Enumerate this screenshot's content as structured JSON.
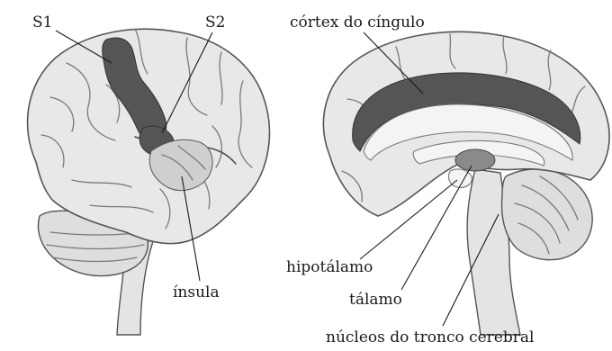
{
  "labels": {
    "s1": "S1",
    "s2": "S2",
    "insula": "ínsula",
    "cingulate": "córtex do cíngulo",
    "hypothalamus": "hipotálamo",
    "thalamus": "tálamo",
    "brainstem_nuclei": "núcleos do tronco cerebral"
  },
  "colors": {
    "highlighted_region": "#555555",
    "brain_surface": "#e8e8e8",
    "text": "#1a1a1a"
  }
}
